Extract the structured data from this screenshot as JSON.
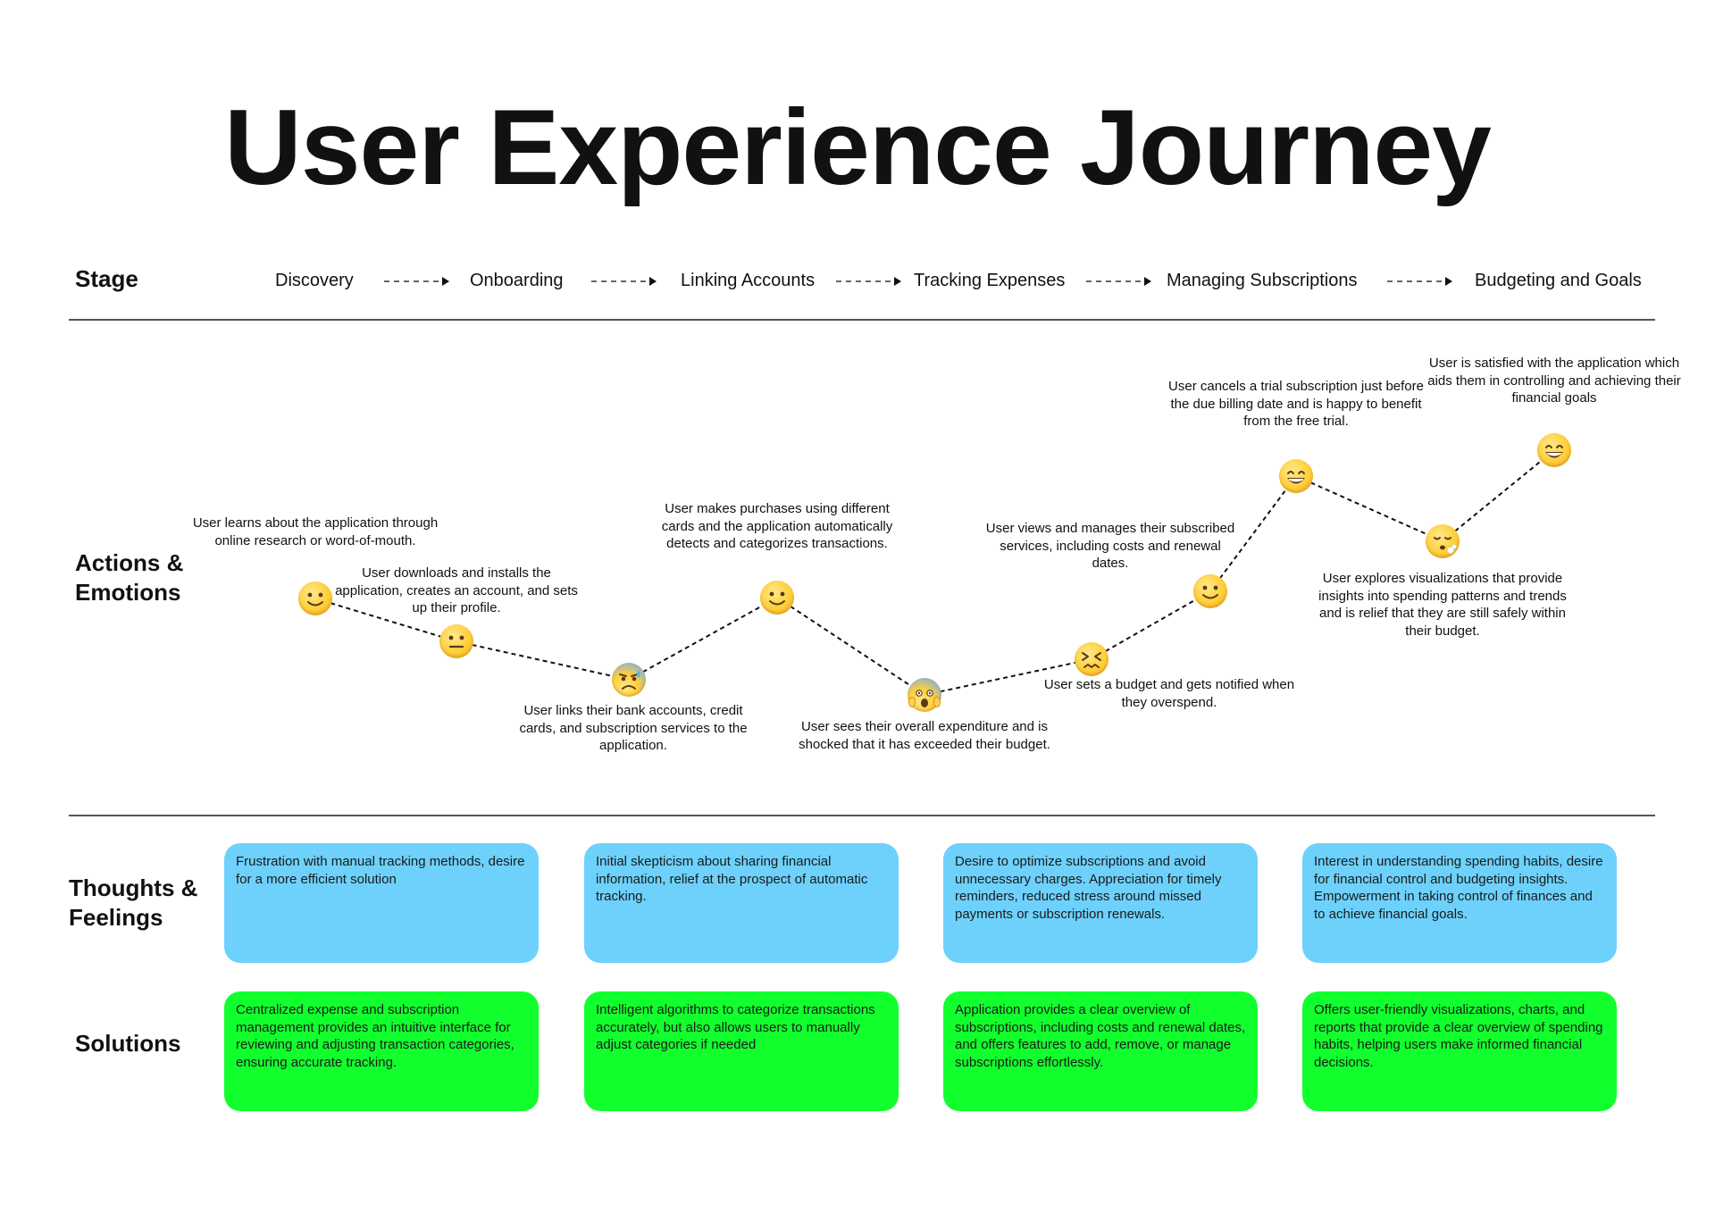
{
  "title": "User Experience Journey",
  "row_labels": {
    "stage": "Stage",
    "actions": "Actions &\nEmotions",
    "thoughts": "Thoughts &\nFeelings",
    "solutions": "Solutions"
  },
  "stages": [
    "Discovery",
    "Onboarding",
    "Linking Accounts",
    "Tracking Expenses",
    "Managing Subscriptions",
    "Budgeting and Goals"
  ],
  "journey": [
    {
      "emotion": "slightly-smiling",
      "text": "User learns about the application through online research or word-of-mouth.",
      "text_position": "above"
    },
    {
      "emotion": "neutral",
      "text": "User downloads and installs the application, creates an account, and sets up their profile.",
      "text_position": "above"
    },
    {
      "emotion": "anxious-sweat",
      "text": "User links their bank accounts, credit cards, and subscription services to the application.",
      "text_position": "below"
    },
    {
      "emotion": "slightly-smiling",
      "text": "User makes purchases using different cards and the application automatically detects and categorizes transactions.",
      "text_position": "above"
    },
    {
      "emotion": "screaming-in-fear",
      "text": "User sees their overall expenditure and is shocked that it has exceeded their budget.",
      "text_position": "below"
    },
    {
      "emotion": "confounded",
      "text": "User sets a budget and gets notified when they overspend.",
      "text_position": "below"
    },
    {
      "emotion": "slightly-smiling",
      "text": "User views and manages their subscribed services, including costs and renewal dates.",
      "text_position": "above"
    },
    {
      "emotion": "beaming-grin",
      "text": "User cancels a trial subscription just before the due billing date and is happy to benefit from the free trial.",
      "text_position": "above"
    },
    {
      "emotion": "face-exhaling",
      "text": "User explores visualizations that provide insights into spending patterns and trends and is relief that they are still safely within their budget.",
      "text_position": "below"
    },
    {
      "emotion": "beaming-grin",
      "text": "User is satisfied with the application which aids them in controlling and achieving their financial goals",
      "text_position": "above"
    }
  ],
  "thoughts": [
    "Frustration with manual tracking methods, desire for a more efficient solution",
    "Initial skepticism about sharing financial information, relief at the prospect of automatic tracking.",
    "Desire to optimize subscriptions and avoid unnecessary charges. Appreciation for timely reminders, reduced stress around missed payments or subscription renewals.",
    "Interest in understanding spending habits, desire for financial control and budgeting insights. Empowerment in taking control of finances and to achieve financial goals."
  ],
  "solutions": [
    "Centralized expense and subscription management provides an intuitive interface for reviewing and adjusting transaction categories, ensuring accurate tracking.",
    "Intelligent algorithms to categorize transactions accurately, but also allows users to manually adjust categories if needed",
    "Application provides a clear overview of subscriptions, including costs and renewal dates, and offers features to add, remove, or manage subscriptions effortlessly.",
    "Offers user-friendly visualizations, charts, and reports that provide a clear overview of spending habits, helping users make informed financial decisions."
  ],
  "colors": {
    "thoughts_card": "#6dd1fc",
    "solutions_card": "#12ff2e",
    "emoji_face": "#ffcf3a"
  }
}
